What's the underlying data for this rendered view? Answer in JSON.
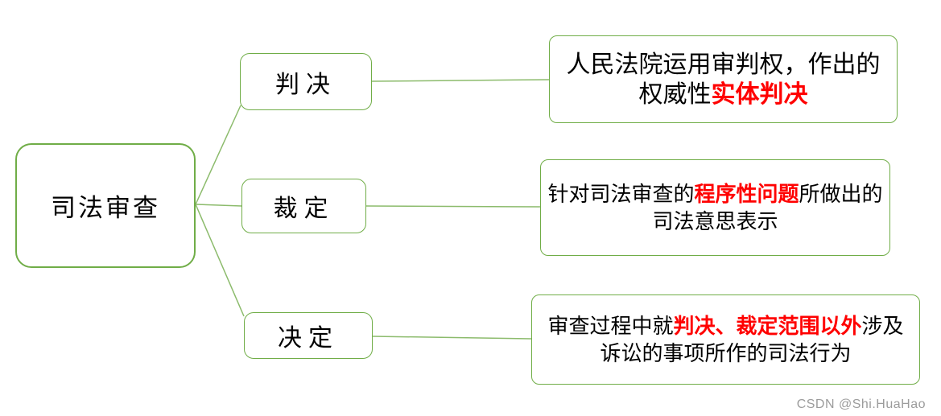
{
  "page": {
    "watermark": "CSDN @Shi.HuaHao",
    "background_color": "#FFFFFF"
  },
  "colors": {
    "box_border_green": "#70AD47",
    "connector_green": "#8CBB6C",
    "emphasis_red": "#FF0000",
    "text_black": "#000000",
    "watermark_gray": "#9C9C9C"
  },
  "root": {
    "label": "司法审查"
  },
  "branches": [
    {
      "label": "判决"
    },
    {
      "label": "裁定"
    },
    {
      "label": "决定"
    }
  ],
  "descriptions": {
    "judgment": {
      "line1_black": "人民法院运用审判权，作出的",
      "line2_black": "权威性",
      "line2_red": "实体判决"
    },
    "ruling": {
      "line1_black_pre": "针对司法审查的",
      "line1_red": "程序性问题",
      "line1_black_post": "所做出的",
      "line2_black": "司法意思表示"
    },
    "decision": {
      "line1_black_pre": "审查过程中就",
      "line1_red": "判决、裁定范围以外",
      "line1_black_post": "涉及",
      "line2_black": "诉讼的事项所作的司法行为"
    }
  }
}
